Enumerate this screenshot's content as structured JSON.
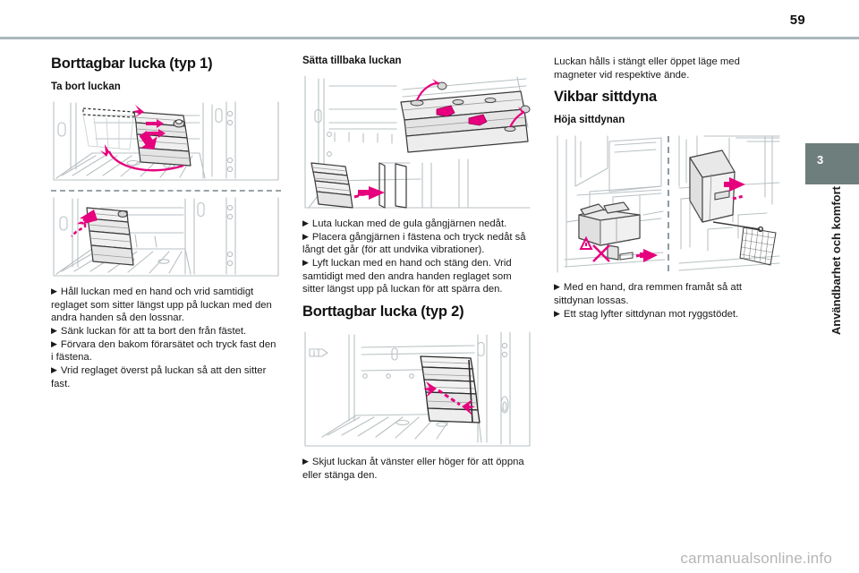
{
  "page": {
    "number": "59",
    "watermark": "carmanualsonline.info"
  },
  "chapter": {
    "number": "3",
    "title": "Användbarhet och komfort",
    "tab_color": "#6e7e7c"
  },
  "colors": {
    "accent_magenta": "#e6007e",
    "line_gray": "#b9c1c4",
    "rule_blue_gray": "#a9b7bd",
    "watermark_gray": "#b5b5b5"
  },
  "columns": {
    "left": {
      "heading": "Borttagbar lucka (typ 1)",
      "subheading": "Ta bort luckan",
      "figure_1_alt": "Lastutrymme med borttagbar lucka och roterande reglage",
      "figure_2_alt": "Lucka sänks och tas bort från fästet",
      "steps": [
        "Håll luckan med en hand och vrid samtidigt reglaget som sitter längst upp på luckan med den andra handen så den lossnar.",
        "Sänk luckan för att ta bort den från fästet.",
        "Förvara den bakom förarsätet och tryck fast den i fästena.",
        "Vrid reglaget överst på luckan så att den sitter fast."
      ]
    },
    "middle": {
      "subheading": "Sätta tillbaka luckan",
      "figure_1_alt": "Lucka med gula gångjärn placeras i fästena, detaljvy",
      "steps_1": [
        "Luta luckan med de gula gångjärnen nedåt.",
        "Placera gångjärnen i fästena och tryck nedåt så långt det går (för att undvika vibrationer).",
        "Lyft luckan med en hand och stäng den. Vrid samtidigt med den andra handen reglaget som sitter längst upp på luckan för att spärra den."
      ],
      "heading_2": "Borttagbar lucka (typ 2)",
      "figure_2_alt": "Skjutbar lucka i lastutrymmet",
      "steps_2": [
        "Skjut luckan åt vänster eller höger för att öppna eller stänga den."
      ]
    },
    "right": {
      "intro": "Luckan hålls i stängt eller öppet läge med magneter vid respektive ände.",
      "heading": "Vikbar sittdyna",
      "subheading": "Höja sittdynan",
      "figure_alt": "Sittdyna fälls upp mot ryggstödet, två vyer",
      "steps": [
        "Med en hand, dra remmen framåt så att sittdynan lossas.",
        "Ett stag lyfter sittdynan mot ryggstödet."
      ]
    }
  }
}
